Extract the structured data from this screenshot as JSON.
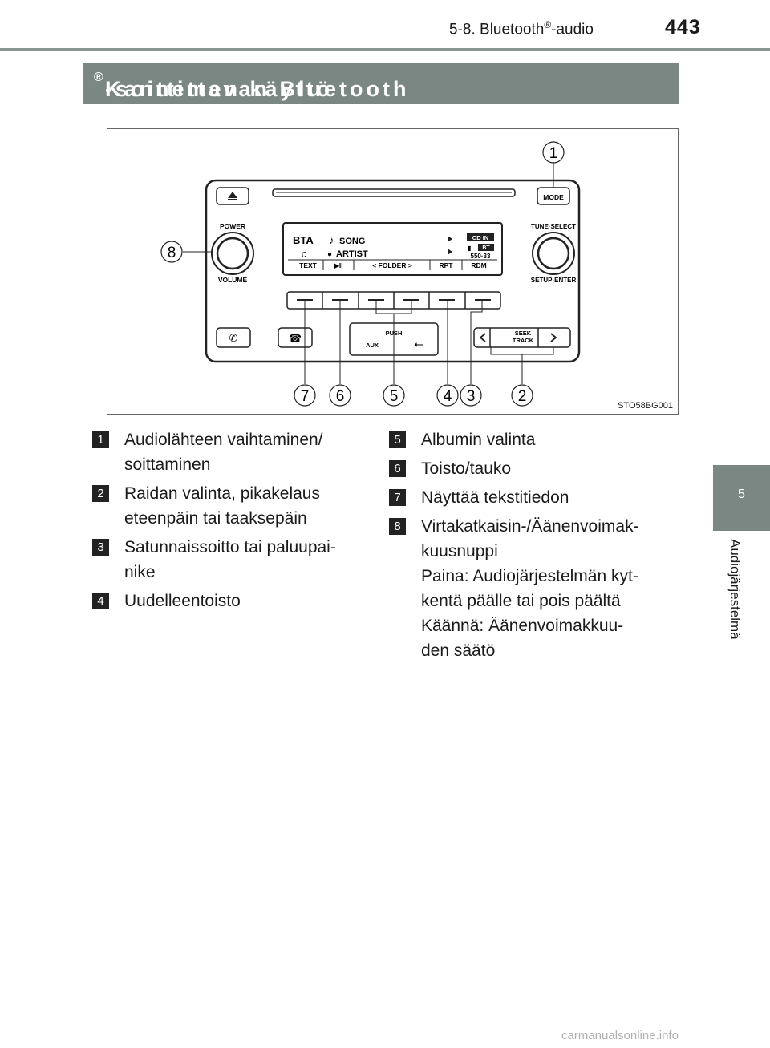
{
  "header": {
    "section_prefix": "5-8. Bluetooth",
    "section_reg": "®",
    "section_suffix": "-audio",
    "page_number": "443"
  },
  "title": {
    "prefix": "Kannettavan Bluetooth",
    "reg": "®",
    "suffix": "-soittimen käyttö"
  },
  "side_tab": {
    "number": "5",
    "label": "Audiojärjestelmä"
  },
  "figure": {
    "id": "STO58BG001",
    "panel_labels": {
      "mode": "MODE",
      "power": "POWER",
      "volume": "VOLUME",
      "tune_select": "TUNE·SELECT",
      "setup_enter": "SETUP·ENTER",
      "push": "PUSH",
      "aux": "AUX",
      "seek": "SEEK",
      "track": "TRACK"
    },
    "display": {
      "source": "BTA",
      "song": "SONG",
      "artist": "ARTIST",
      "cd_in": "CD IN",
      "bt": "BT",
      "time": "550·33",
      "soft_keys": [
        "TEXT",
        "▶II",
        "< FOLDER >",
        "RPT",
        "RDM"
      ]
    },
    "callouts": [
      "1",
      "2",
      "3",
      "4",
      "5",
      "6",
      "7",
      "8"
    ]
  },
  "items_left": [
    {
      "num": "1",
      "text": "Audiolähteen vaihtaminen/\nsoittaminen"
    },
    {
      "num": "2",
      "text": "Raidan valinta, pikakelaus\neteenpäin tai taaksepäin"
    },
    {
      "num": "3",
      "text": "Satunnaissoitto tai paluupai-\nnike"
    },
    {
      "num": "4",
      "text": "Uudelleentoisto"
    }
  ],
  "items_right": [
    {
      "num": "5",
      "text": "Albumin valinta"
    },
    {
      "num": "6",
      "text": "Toisto/tauko"
    },
    {
      "num": "7",
      "text": "Näyttää tekstitiedon"
    },
    {
      "num": "8",
      "text": "Virtakatkaisin-/Äänenvoimak-\nkuusnuppi\nPaina: Audiojärjestelmän kyt-\nkentä päälle tai pois päältä\nKäännä: Äänenvoimakkuu-\nden säätö"
    }
  ],
  "footer": "carmanualsonline.info"
}
